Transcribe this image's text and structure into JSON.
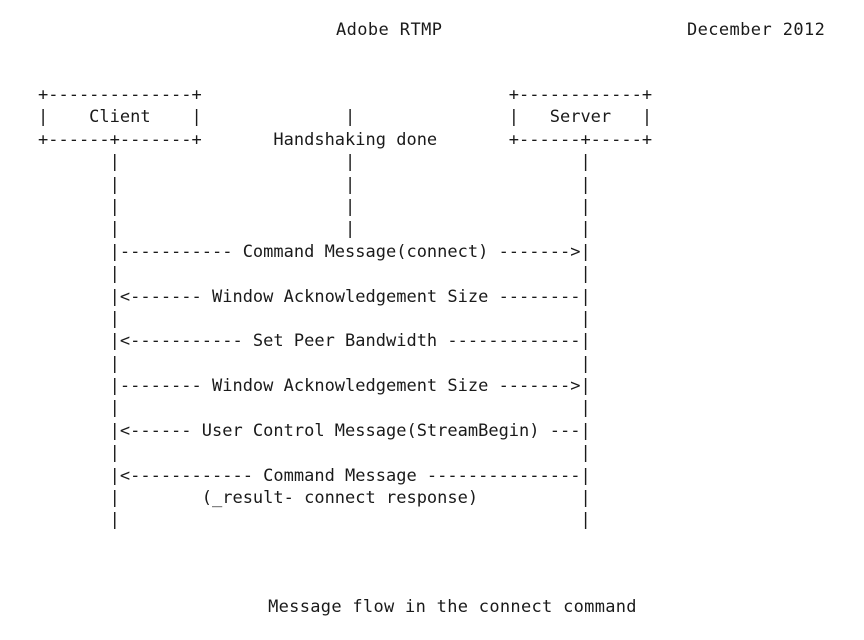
{
  "document": {
    "header": {
      "title": "Adobe RTMP",
      "date": "December 2012"
    },
    "figure": {
      "caption": "Message flow in the connect command",
      "participants": [
        {
          "name": "Client",
          "side": "left"
        },
        {
          "name": "Server",
          "side": "right"
        }
      ],
      "notes": [
        {
          "text": "Handshaking done",
          "position": "center"
        }
      ],
      "messages": [
        {
          "index": 1,
          "label": "Command Message(connect)",
          "direction": "client-to-server",
          "arrow": "------->"
        },
        {
          "index": 2,
          "label": "Window Acknowledgement Size",
          "direction": "server-to-client",
          "arrow": "<-------"
        },
        {
          "index": 3,
          "label": "Set Peer Bandwidth",
          "direction": "server-to-client",
          "arrow": "<-----------"
        },
        {
          "index": 4,
          "label": "Window Acknowledgement Size",
          "direction": "client-to-server",
          "arrow": "------->"
        },
        {
          "index": 5,
          "label": "User Control Message(StreamBegin)",
          "direction": "server-to-client",
          "arrow": "<------"
        },
        {
          "index": 6,
          "label": "Command Message",
          "sublabel": "(_result- connect response)",
          "direction": "server-to-client",
          "arrow": "<------------"
        }
      ],
      "art_lines": [
        "+--------------+                              +------------+",
        "|    Client    |              |               |   Server   |",
        "+------+-------+       Handshaking done       +------+-----+",
        "       |                      |                      |",
        "       |                      |                      |",
        "       |                      |                      |",
        "       |                      |                      |",
        "       |----------- Command Message(connect) ------->|",
        "       |                                             |",
        "       |<------- Window Acknowledgement Size --------|",
        "       |                                             |",
        "       |<----------- Set Peer Bandwidth -------------|",
        "       |                                             |",
        "       |-------- Window Acknowledgement Size ------->|",
        "       |                                             |",
        "       |<------ User Control Message(StreamBegin) ---|",
        "       |                                             |",
        "       |<------------ Command Message ---------------|",
        "       |        (_result- connect response)          |",
        "       |                                             |"
      ]
    }
  }
}
